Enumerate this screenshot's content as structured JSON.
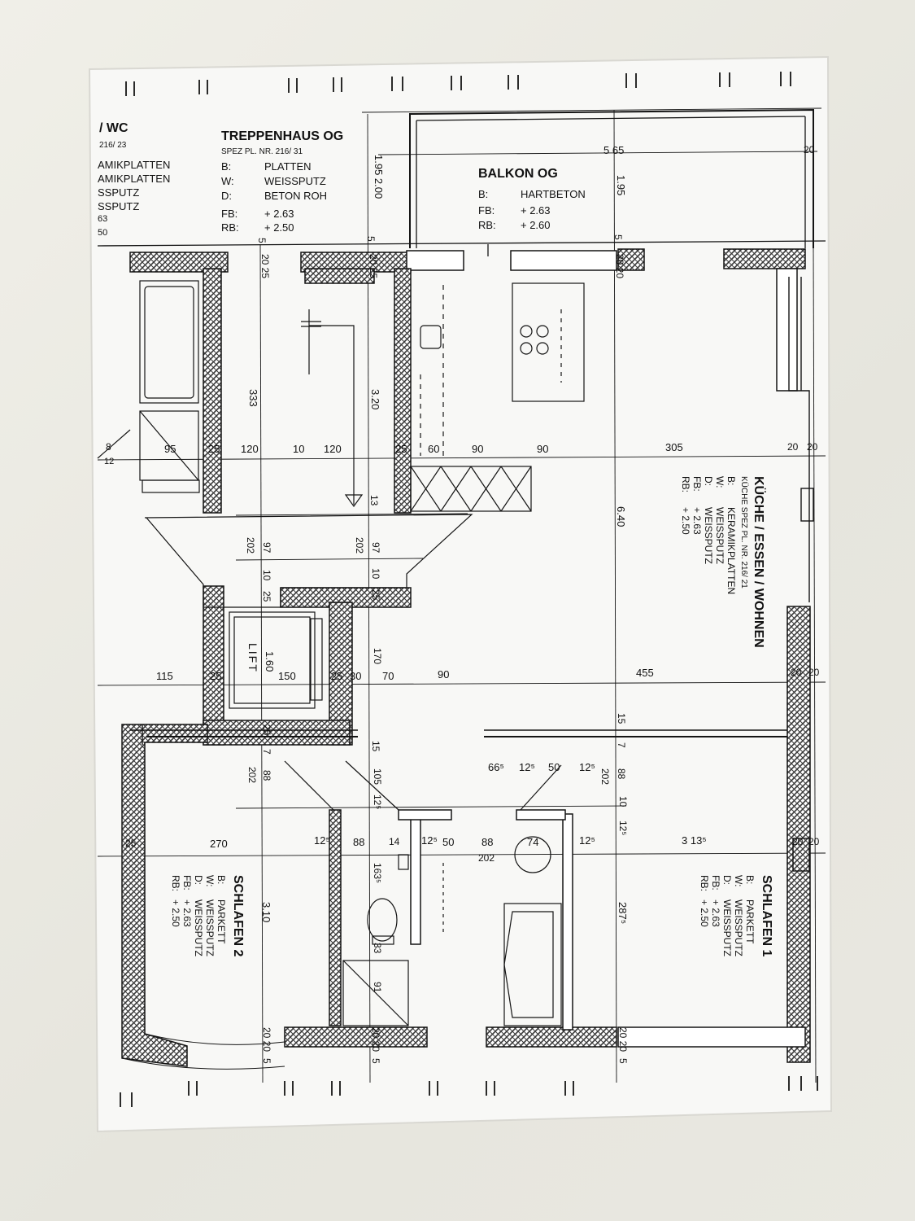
{
  "colors": {
    "paper": "#f8f8f6",
    "ink": "#141414",
    "hatch": "#3a3a3a",
    "background": "#ecebe4"
  },
  "wc_fragment": {
    "title": "/ WC",
    "spec": "216/ 23",
    "lines": [
      "AMIKPLATTEN",
      "AMIKPLATTEN",
      "SSPUTZ",
      "SSPUTZ",
      "63",
      "50"
    ]
  },
  "treppenhaus": {
    "title": "TREPPENHAUS OG",
    "spec": "SPEZ PL. NR. 216/ 31",
    "rows": [
      {
        "k": "B:",
        "v": "PLATTEN"
      },
      {
        "k": "W:",
        "v": "WEISSPUTZ"
      },
      {
        "k": "D:",
        "v": "BETON ROH"
      },
      {
        "k": "FB:",
        "v": "+ 2.63"
      },
      {
        "k": "RB:",
        "v": "+ 2.50"
      }
    ]
  },
  "balkon": {
    "title": "BALKON OG",
    "rows": [
      {
        "k": "B:",
        "v": "HARTBETON"
      },
      {
        "k": "FB:",
        "v": "+ 2.63"
      },
      {
        "k": "RB:",
        "v": "+ 2.60"
      }
    ]
  },
  "kueche": {
    "title": "KÜCHE / ESSEN / WOHNEN",
    "spec": "KÜCHE SPEZ PL. NR. 216/ 21",
    "rows": [
      {
        "k": "B:",
        "v": "KERAMIKPLATTEN"
      },
      {
        "k": "W:",
        "v": "WEISSPUTZ"
      },
      {
        "k": "D:",
        "v": "WEISSPUTZ"
      },
      {
        "k": "FB:",
        "v": "+ 2.63"
      },
      {
        "k": "RB:",
        "v": "+ 2.50"
      }
    ]
  },
  "schlafen1": {
    "title": "SCHLAFEN 1",
    "rows": [
      {
        "k": "B:",
        "v": "PARKETT"
      },
      {
        "k": "W:",
        "v": "WEISSPUTZ"
      },
      {
        "k": "D:",
        "v": "WEISSPUTZ"
      },
      {
        "k": "FB:",
        "v": "+ 2.63"
      },
      {
        "k": "RB:",
        "v": "+ 2.50"
      }
    ]
  },
  "schlafen2": {
    "title": "SCHLAFEN 2",
    "rows": [
      {
        "k": "B:",
        "v": "PARKETT"
      },
      {
        "k": "W:",
        "v": "WEISSPUTZ"
      },
      {
        "k": "D:",
        "v": "WEISSPUTZ"
      },
      {
        "k": "FB:",
        "v": "+ 2.63"
      },
      {
        "k": "RB:",
        "v": "+ 2.50"
      }
    ]
  },
  "lift": {
    "label": "LIFT",
    "dim": "1.60"
  },
  "dimensions": {
    "top_565": "5 65",
    "top_195_200": "1.95 2.00",
    "top_195": "1.95",
    "top_20": "20",
    "wall_5a": "5",
    "wall_5b": "5",
    "wall_5c": "5",
    "w_20_25a": "20 25",
    "w_20_25b": "20 25",
    "w_20_20a": "20 20",
    "row1": [
      "8",
      "12",
      "95",
      "25",
      "120",
      "10",
      "120",
      "25",
      "60",
      "90",
      "90",
      "305",
      "20",
      "20"
    ],
    "v_333": "333",
    "v_320": "3.20",
    "v_640": "6.40",
    "v_13": "13",
    "v_202a": "202",
    "v_97a": "97",
    "v_10a": "10",
    "v_25a": "25",
    "v_202b": "202",
    "v_97b": "97",
    "v_10b": "10",
    "v_25b": "25",
    "row2": [
      "115",
      "25",
      "150",
      "25",
      "30",
      "70",
      "90",
      "455",
      "20",
      "20"
    ],
    "v_170": "170",
    "v_15": "15",
    "v_15b": "15",
    "v_25c": "25",
    "v_25d": "25",
    "v_7a": "7",
    "v_88a": "88",
    "v_202c": "202",
    "v_7b": "7",
    "v_88b": "88",
    "v_202d": "202",
    "row3": [
      "66⁵",
      "12⁵",
      "50",
      "12⁵"
    ],
    "v_105": "105",
    "v_125a": "12⁵",
    "v_10c": "10",
    "v_125b": "12⁵",
    "row4": [
      "25",
      "270",
      "12⁵",
      "88",
      "14",
      "12⁵",
      "50",
      "88",
      "74",
      "12⁵",
      "3 13⁵",
      "20",
      "20"
    ],
    "v_202e": "202",
    "v_1635": "163⁵",
    "v_310": "3.10",
    "v_2875": "287⁵",
    "v_33": "33",
    "v_91": "91",
    "bottom": [
      "20 20",
      "20 20",
      "20 20",
      "5",
      "5",
      "5"
    ]
  }
}
